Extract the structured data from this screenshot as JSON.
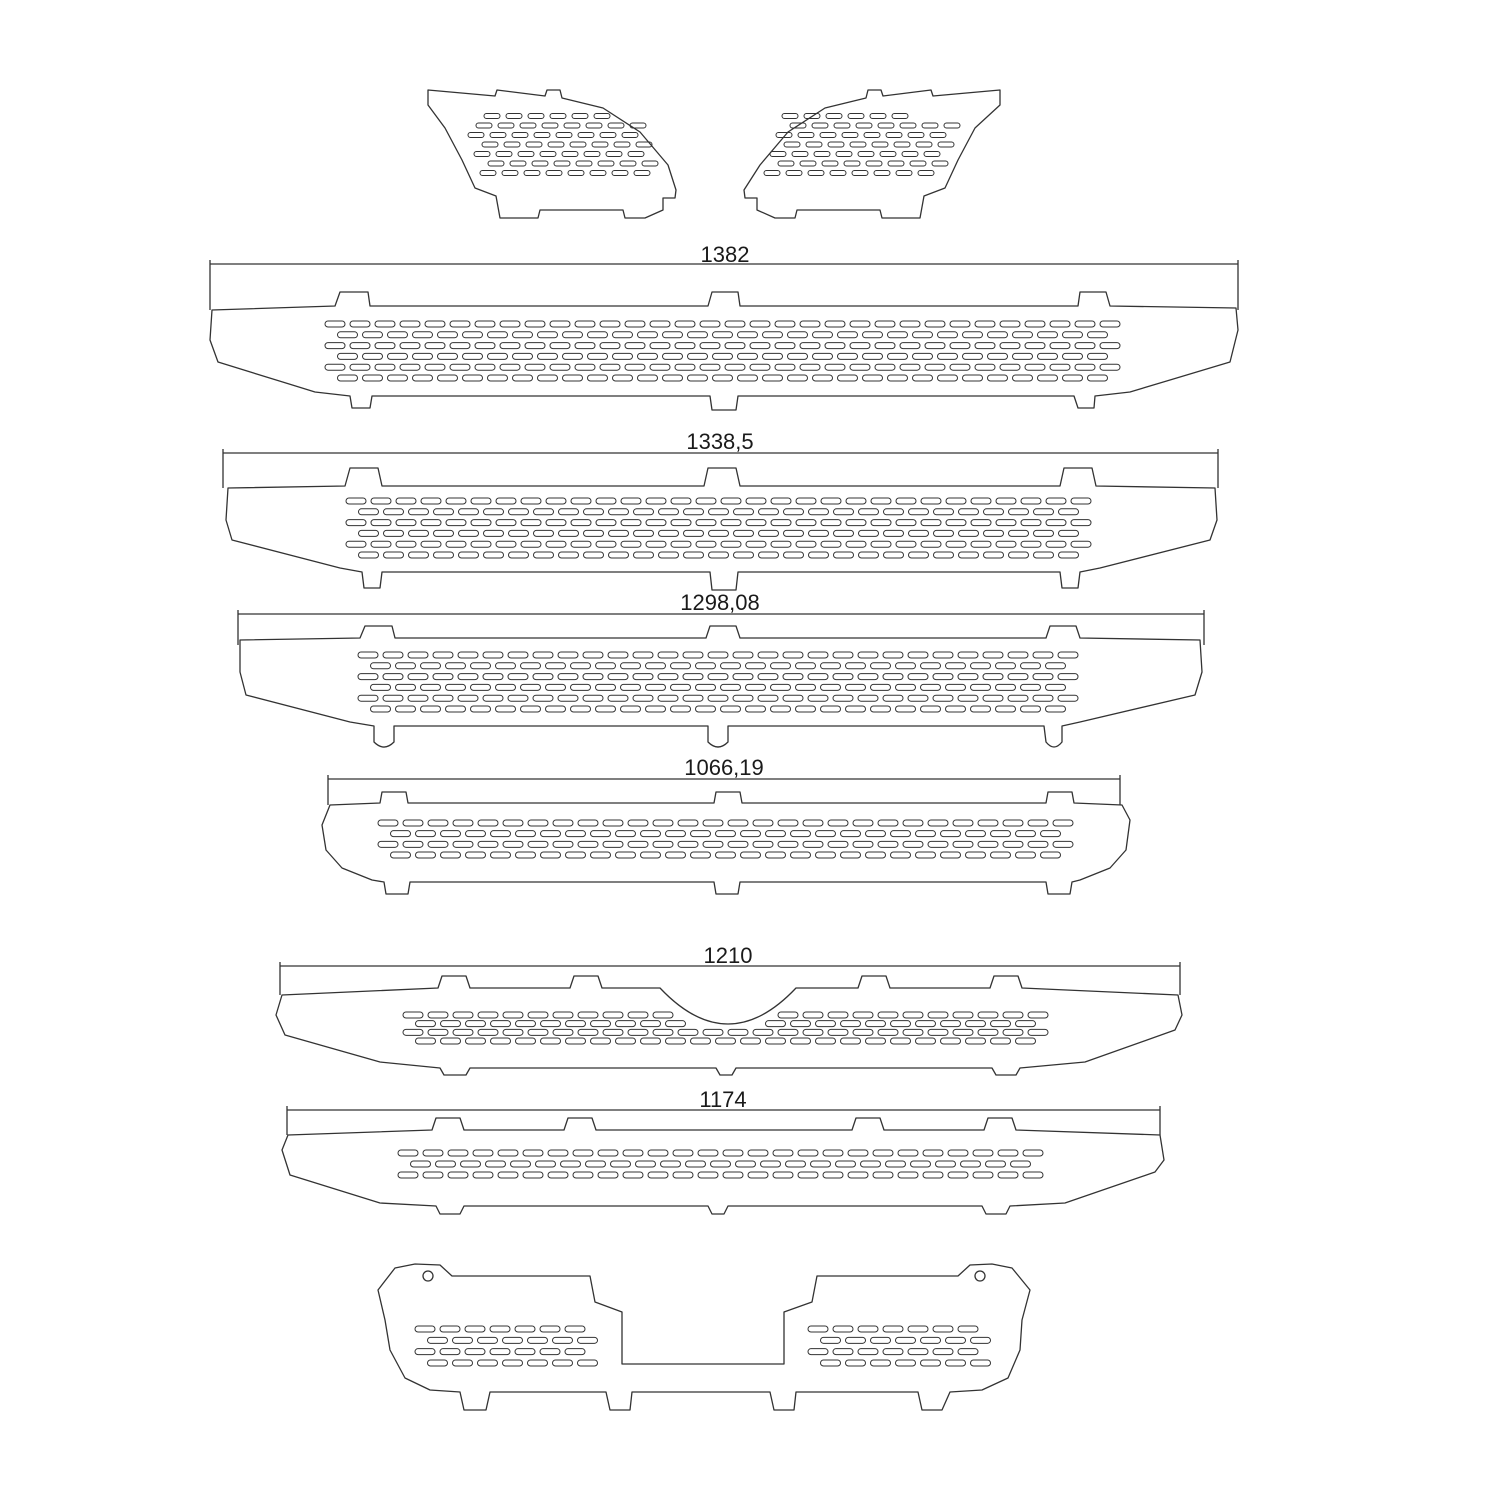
{
  "drawing": {
    "line_color": "#333333",
    "background": "#ffffff",
    "parts": [
      {
        "id": "side-grille-left",
        "dimension": null,
        "hole_rows": 7
      },
      {
        "id": "side-grille-right",
        "dimension": null,
        "hole_rows": 7
      },
      {
        "id": "grille-1",
        "dimension": "1382",
        "hole_rows": 6
      },
      {
        "id": "grille-2",
        "dimension": "1338,5",
        "hole_rows": 6
      },
      {
        "id": "grille-3",
        "dimension": "1298,08",
        "hole_rows": 6
      },
      {
        "id": "grille-4",
        "dimension": "1066,19",
        "hole_rows": 4
      },
      {
        "id": "grille-5",
        "dimension": "1210",
        "hole_rows": 4
      },
      {
        "id": "grille-6",
        "dimension": "1174",
        "hole_rows": 3
      },
      {
        "id": "lower-grille",
        "dimension": null,
        "hole_rows": 4
      }
    ]
  }
}
